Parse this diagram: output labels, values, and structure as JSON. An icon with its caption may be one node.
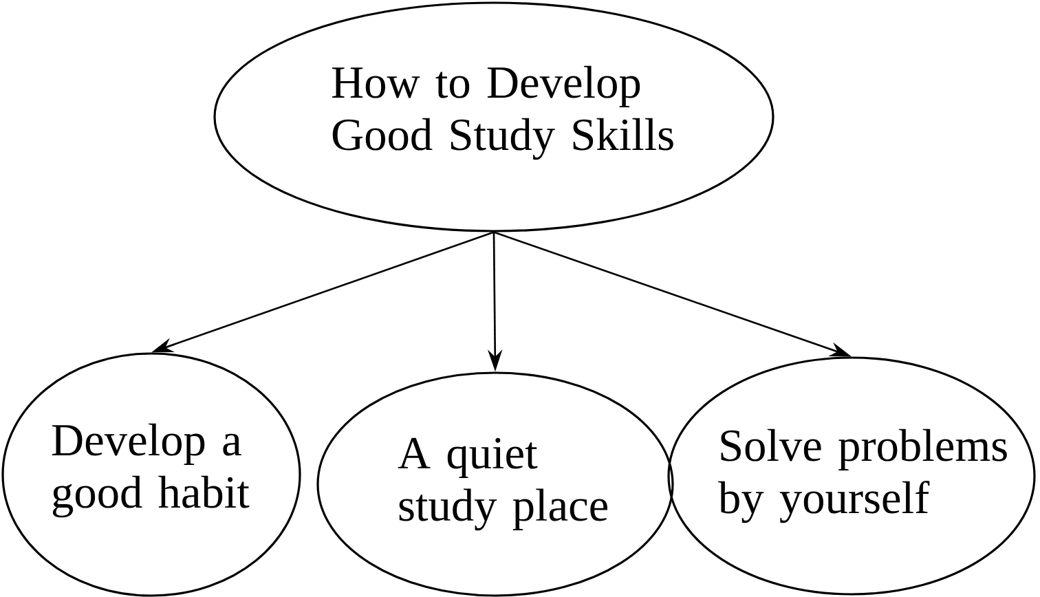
{
  "diagram": {
    "nodes": [
      {
        "text": [
          "How to Develop Good Study Skills"
        ]
      },
      {
        "text": [
          "Develop a good habit"
        ]
      },
      {
        "text": [
          "A quiet study place"
        ]
      },
      {
        "text": [
          "Solve problems by yourself"
        ]
      }
    ],
    "edges": [
      {
        "from": 0,
        "to": 1,
        "arrow": "to"
      },
      {
        "from": 0,
        "to": 2,
        "arrow": "to"
      },
      {
        "from": 0,
        "to": 3,
        "arrow": "to"
      }
    ]
  }
}
